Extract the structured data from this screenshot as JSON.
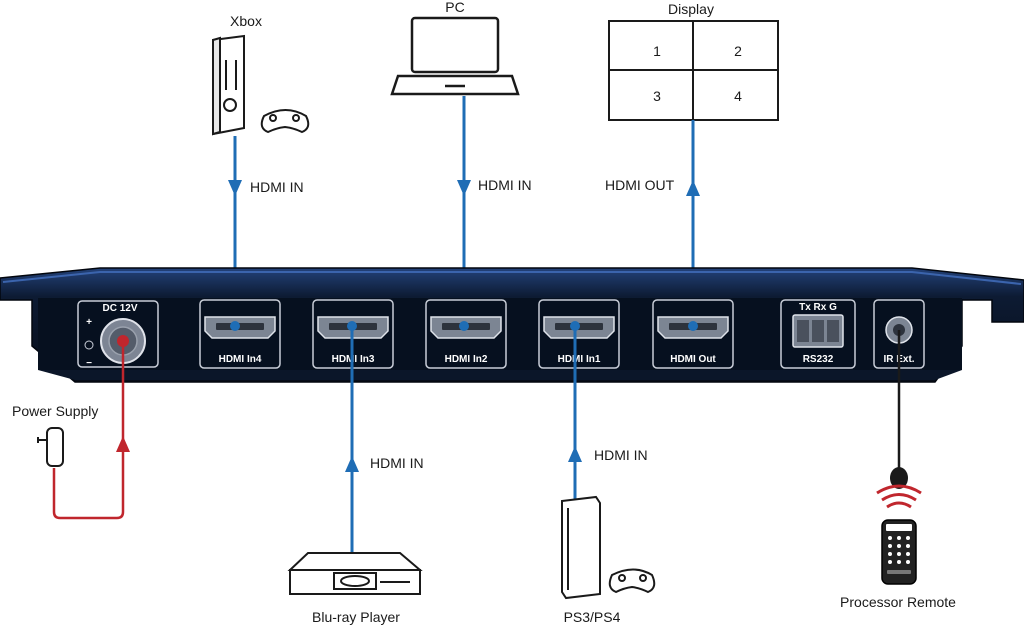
{
  "devices": {
    "xbox": "Xbox",
    "pc": "PC",
    "display": "Display",
    "power_supply": "Power Supply",
    "bluray": "Blu-ray Player",
    "ps": "PS3/PS4",
    "remote": "Processor Remote"
  },
  "display_cells": [
    "1",
    "2",
    "3",
    "4"
  ],
  "link_labels": {
    "xbox": "HDMI IN",
    "pc": "HDMI IN",
    "display": "HDMI OUT",
    "bluray": "HDMI IN",
    "ps": "HDMI IN"
  },
  "panel": {
    "dc_label": "DC 12V",
    "plus": "+",
    "minus": "−",
    "ports": [
      "HDMI In4",
      "HDMI In3",
      "HDMI In2",
      "HDMI In1",
      "HDMI Out"
    ],
    "rs232_pins": "Tx  Rx  G",
    "rs232_label": "RS232",
    "ir_label": "IR Ext."
  },
  "colors": {
    "hdmi_cable": "#1f6db5",
    "power_cable": "#c0262d",
    "chassis": "#0d1b33",
    "chassis_edge": "#23427a"
  }
}
